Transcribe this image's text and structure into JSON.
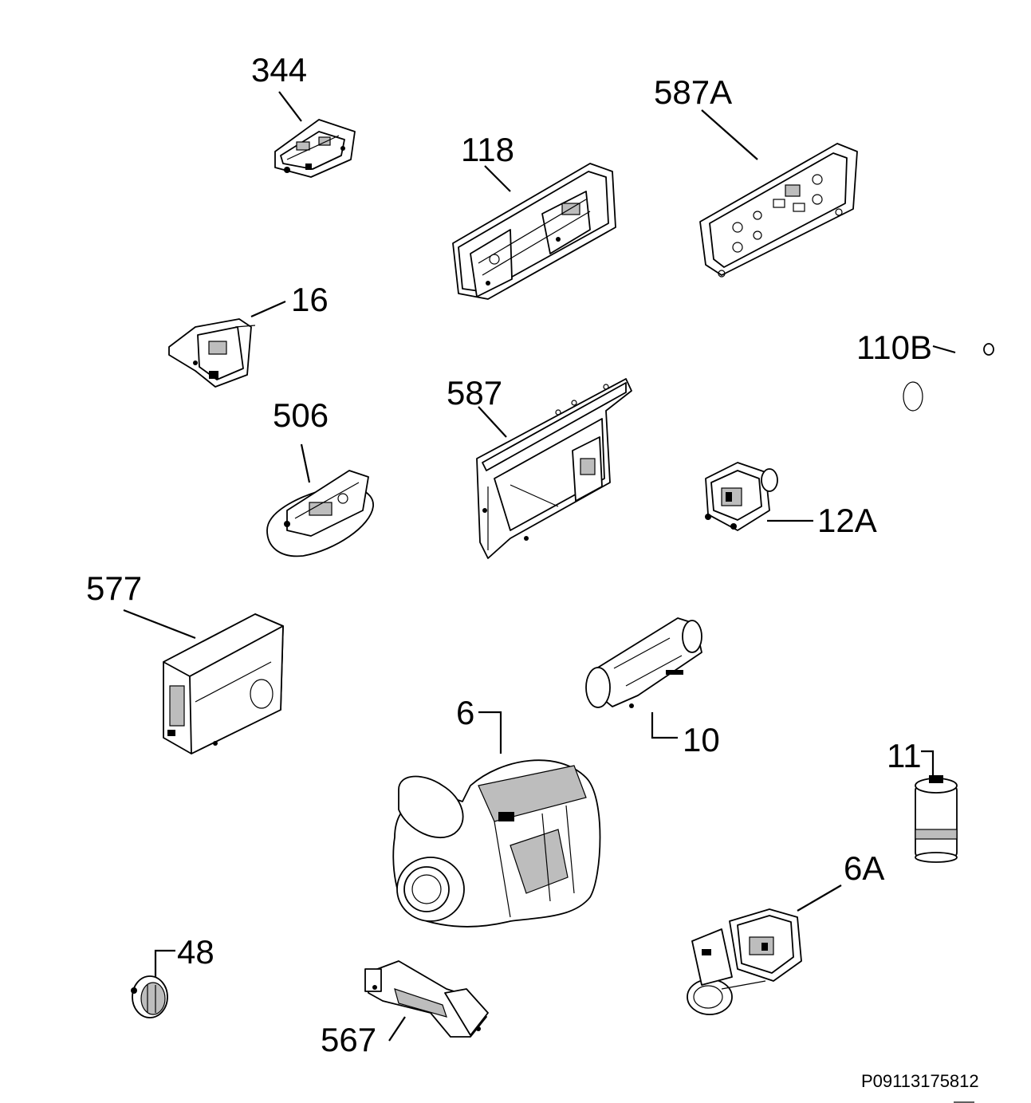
{
  "diagram": {
    "drawing_code": "P09113175812",
    "callouts": {
      "c344": "344",
      "c118": "118",
      "c587A": "587A",
      "c16": "16",
      "c110B": "110B",
      "c506": "506",
      "c587": "587",
      "c12A": "12A",
      "c577": "577",
      "c6": "6",
      "c10": "10",
      "c11": "11",
      "c6A": "6A",
      "c48": "48",
      "c567": "567"
    }
  }
}
